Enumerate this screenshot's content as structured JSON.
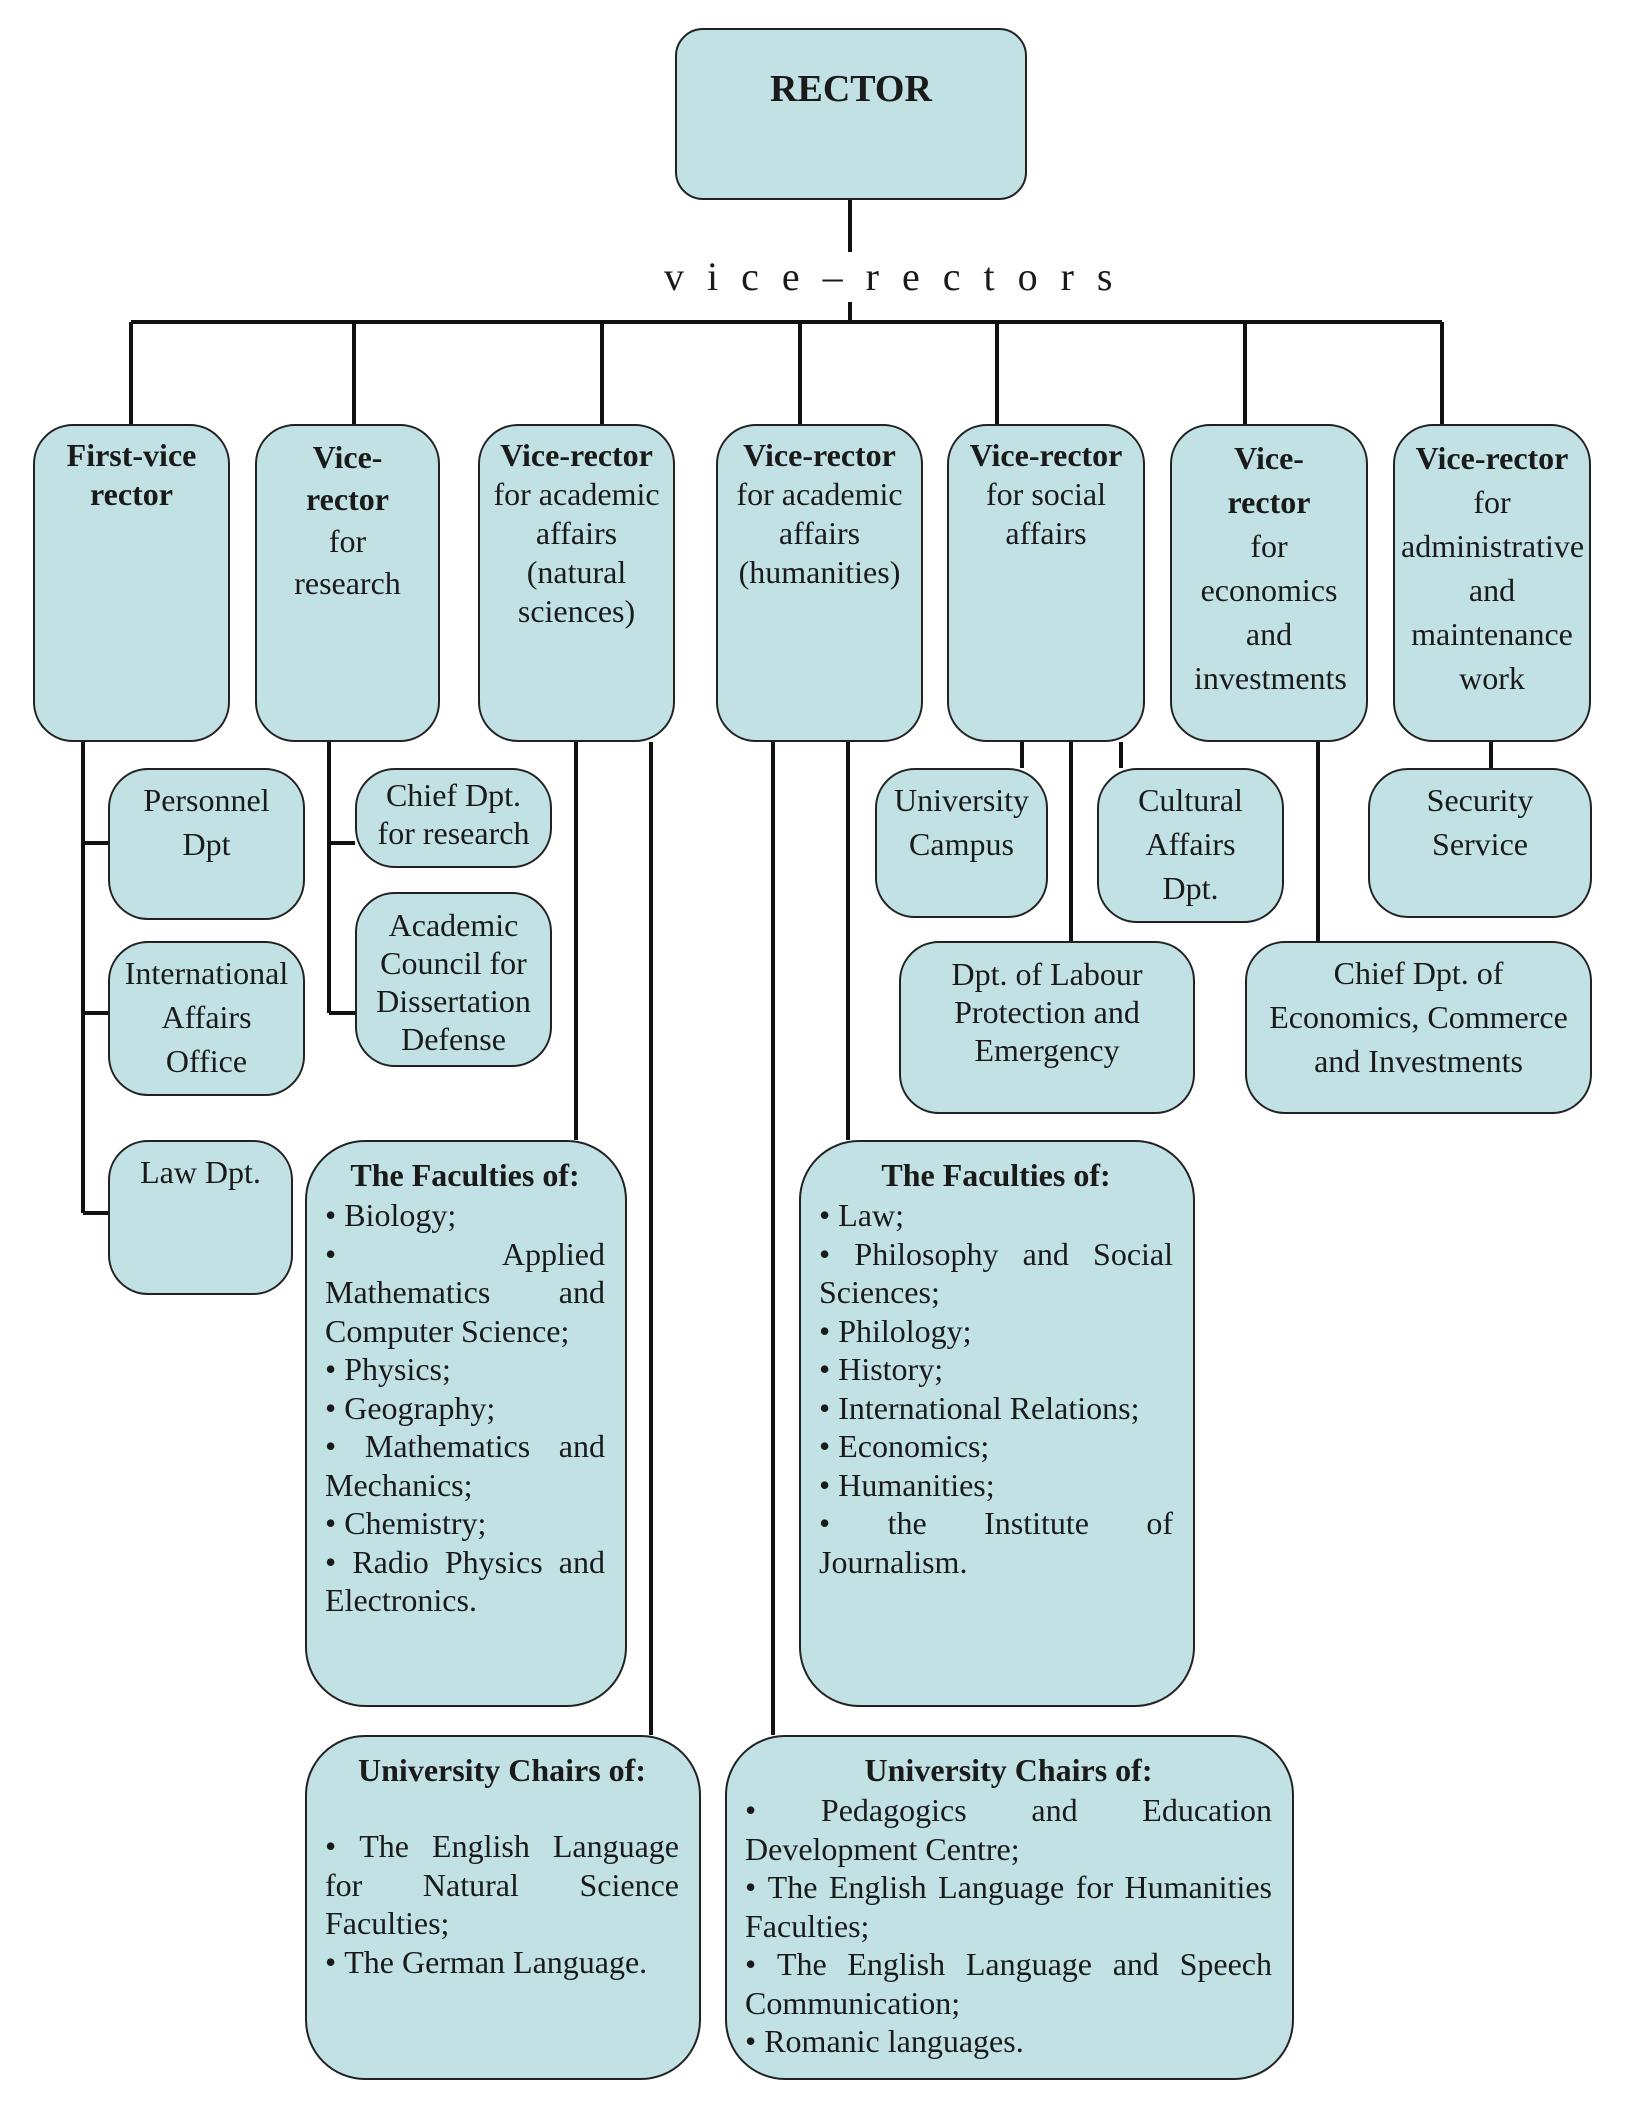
{
  "rector": "RECTOR",
  "vice_rectors_label": "vice–rectors",
  "vice_rectors": [
    {
      "bold": "First-vice rector",
      "text": ""
    },
    {
      "bold": "Vice-rector",
      "text": "for research"
    },
    {
      "bold": "Vice-rector",
      "text": "for academic affairs (natural sciences)"
    },
    {
      "bold": "Vice-rector",
      "text": "for academic affairs (humanities)"
    },
    {
      "bold": "Vice-rector",
      "text": "for social affairs"
    },
    {
      "bold": "Vice-rector",
      "text": "for economics and investments"
    },
    {
      "bold": "Vice-rector",
      "text": "for administrative and maintenance work"
    }
  ],
  "departments": {
    "personnel": "Personnel Dpt",
    "international": "International Affairs Office",
    "law": "Law Dpt.",
    "chief_research": "Chief Dpt. for research",
    "academic_council": "Academic Council for Dissertation Defense",
    "university_campus": "University Campus",
    "cultural_affairs": "Cultural Affairs Dpt.",
    "labour_protection": "Dpt. of Labour Protection and Emergency",
    "security": "Security Service",
    "chief_economics": "Chief Dpt. of Economics, Commerce and Investments"
  },
  "faculties_natural": {
    "title": "The Faculties of:",
    "items": [
      "Biology;",
      "Applied Mathematics and Computer Science;",
      "Physics;",
      "Geography;",
      "Mathematics and Mechanics;",
      "Chemistry;",
      "Radio Physics and Electronics."
    ]
  },
  "faculties_humanities": {
    "title": "The Faculties of:",
    "items": [
      "Law;",
      "Philosophy and Social Sciences;",
      "Philology;",
      "History;",
      "International Relations;",
      "Economics;",
      "Humanities;",
      "the Institute of Journalism."
    ]
  },
  "chairs_natural": {
    "title": "University Chairs of:",
    "items": [
      "The English Language for Natural Science Faculties;",
      "The German Language."
    ]
  },
  "chairs_humanities": {
    "title": "University Chairs of:",
    "items": [
      "Pedagogics and Education Development Centre;",
      "The English Language for Humanities Faculties;",
      "The English Language and Speech Communication;",
      "Romanic languages."
    ]
  }
}
